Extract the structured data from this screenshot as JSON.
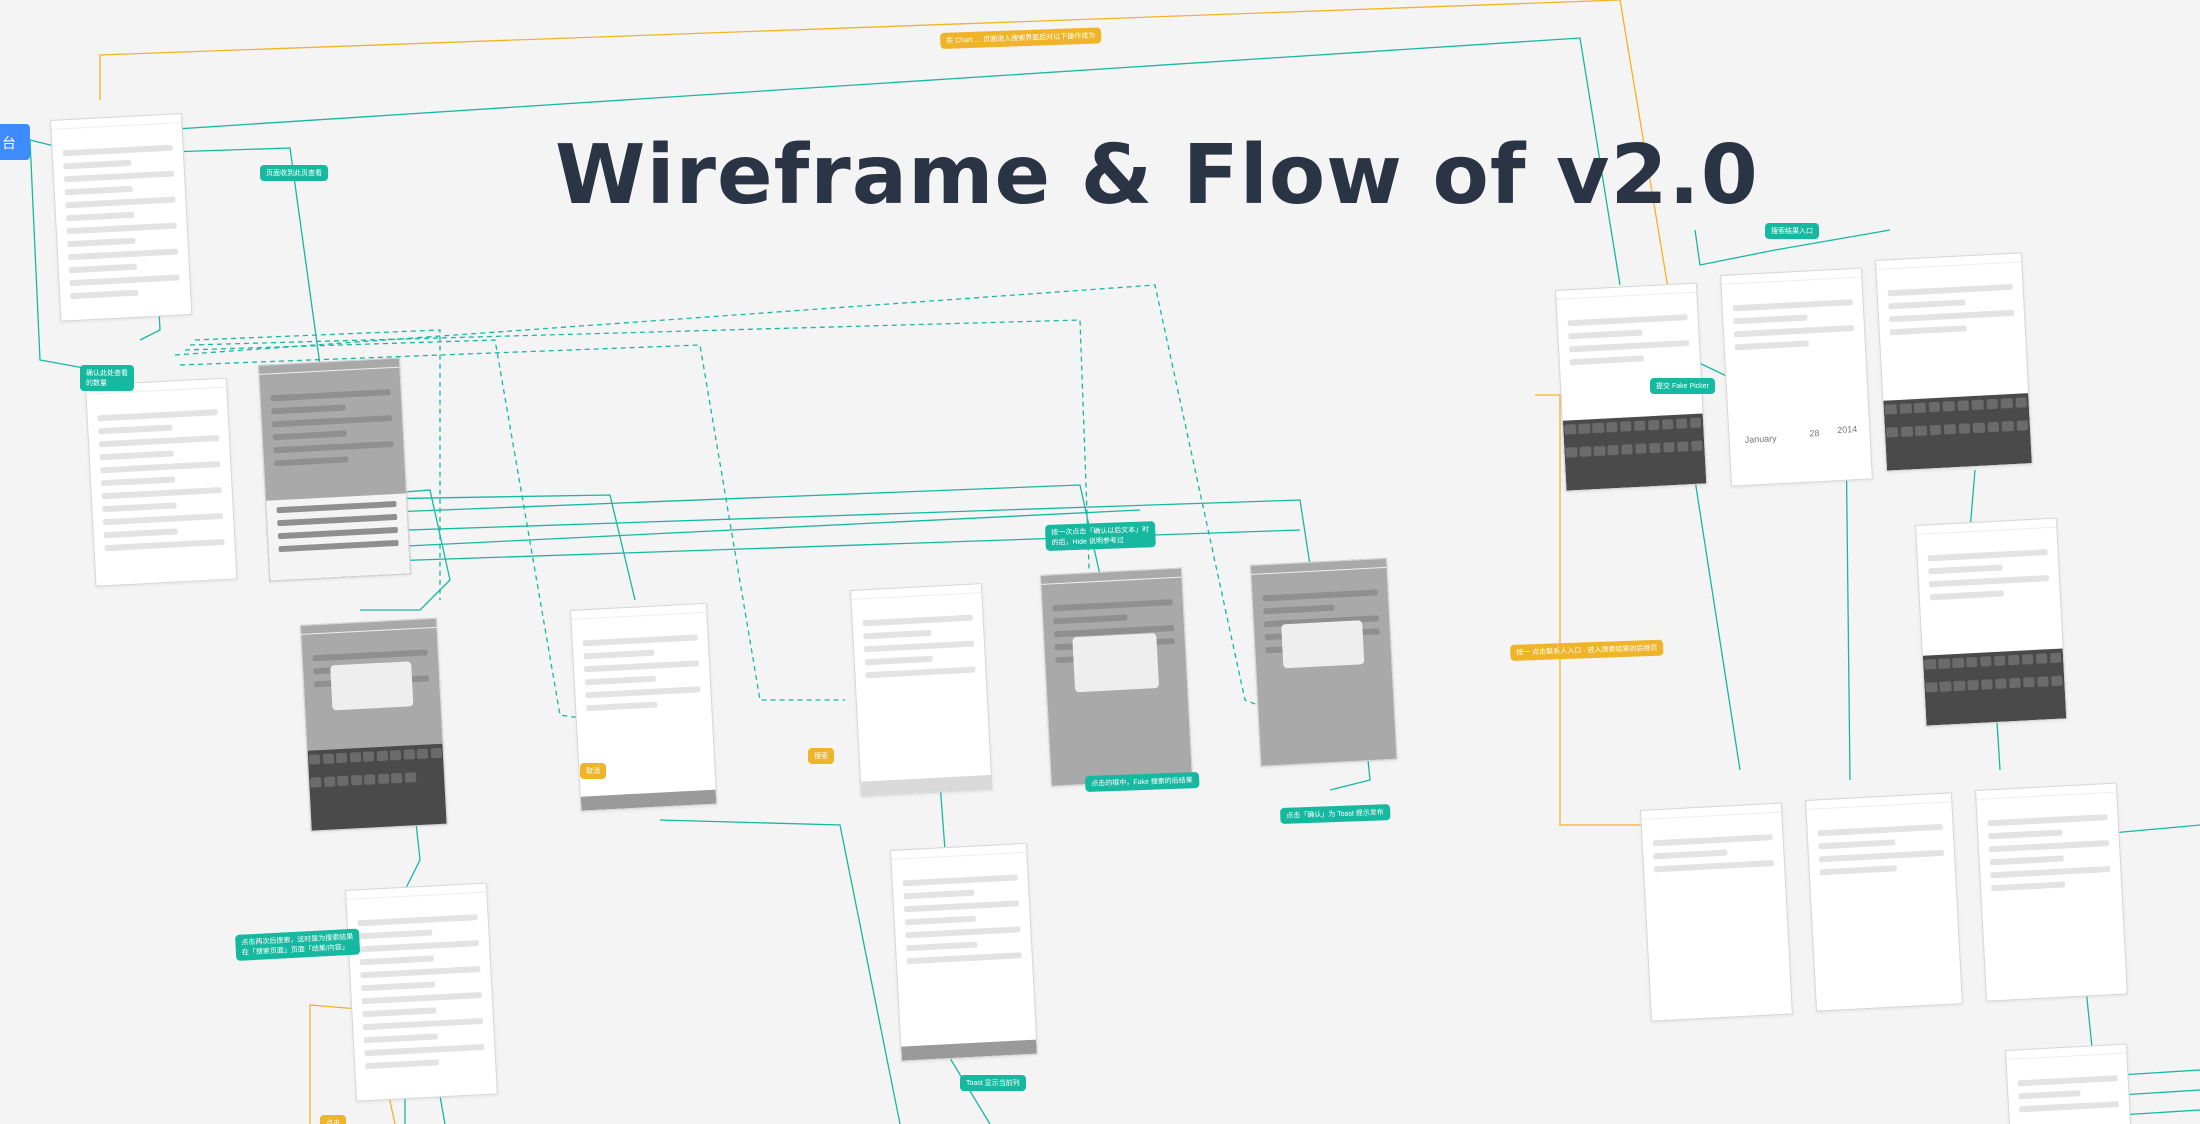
{
  "title": "Wireframe & Flow of v2.0",
  "colors": {
    "flow": "#17b8a0",
    "alt_flow": "#f0b429",
    "title": "#2b3444",
    "background": "#f4f4f5"
  },
  "side_tab": {
    "text": "台"
  },
  "labels": {
    "top_banner": "在 Chart … 页面进入搜索界面后对以下操作成为",
    "l1": "页面收到此页查看",
    "l2": "确认此处查看\n的数量",
    "l3": "提交 Fake Picker",
    "l4": "搜索结果入口",
    "l5": "按一次点击「确认以后文本」时\n的后，Hide 说明参考过",
    "l6": "点击的框中，Fake 搜索的后结果",
    "l7": "点击「确认」为 Toast 提示发布",
    "l8": "点击两次后搜索，这时是为搜索结果\n在「搜索页面」页面「结果/内容」",
    "l9": "Toast 显示当前列",
    "l10": "按一 点击联系人入口 · 进入搜索结果的后继页",
    "y1": "取消",
    "y2": "搜索",
    "y3": "点击"
  },
  "date_picker": {
    "month": "January",
    "day": "28",
    "year": "2014"
  }
}
